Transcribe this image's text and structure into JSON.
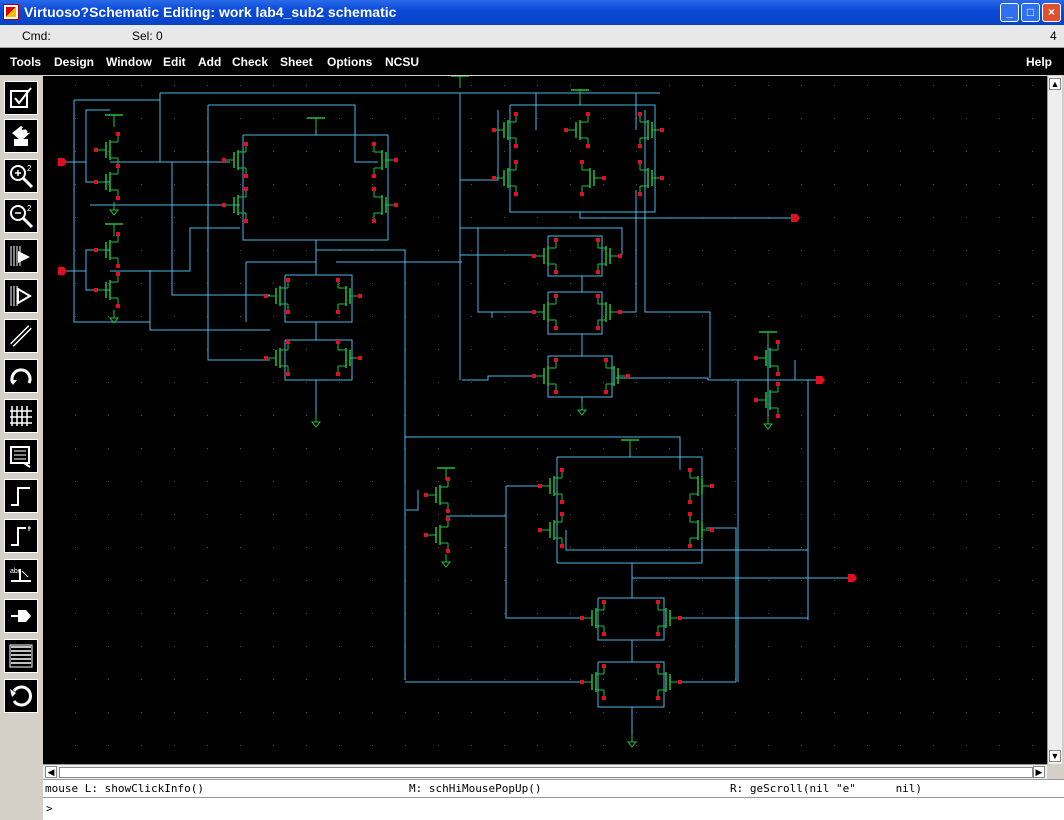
{
  "window": {
    "title": "Virtuoso?Schematic Editing: work lab4_sub2 schematic",
    "buttons": {
      "minimize": "_",
      "maximize": "□",
      "close": "×"
    }
  },
  "status": {
    "cmd": "Cmd:",
    "sel": "Sel: 0",
    "num": "4"
  },
  "menu": {
    "items": [
      "Tools",
      "Design",
      "Window",
      "Edit",
      "Add",
      "Check",
      "Sheet",
      "Options",
      "NCSU"
    ],
    "help": "Help"
  },
  "toolbar": {
    "icons": [
      "check-save-icon",
      "save-icon",
      "zoom-in-icon",
      "zoom-out-icon",
      "stretch-icon",
      "copy-icon",
      "wire-icon",
      "undo-icon",
      "property-icon",
      "instance-icon",
      "wire-narrow-icon",
      "wire-wide-icon",
      "label-icon",
      "pin-icon",
      "repeat-icon",
      "delete-icon"
    ]
  },
  "mouse": {
    "left": "mouse L: showClickInfo()",
    "middle": "M: schHiMousePopUp()",
    "right": "R: geScroll(nil \"e\"      nil)"
  },
  "prompt": ">",
  "colors": {
    "wire": "#4ab8e8",
    "device": "#20c040",
    "pin": "#e01020",
    "background": "#000000",
    "grid": "#505050"
  }
}
